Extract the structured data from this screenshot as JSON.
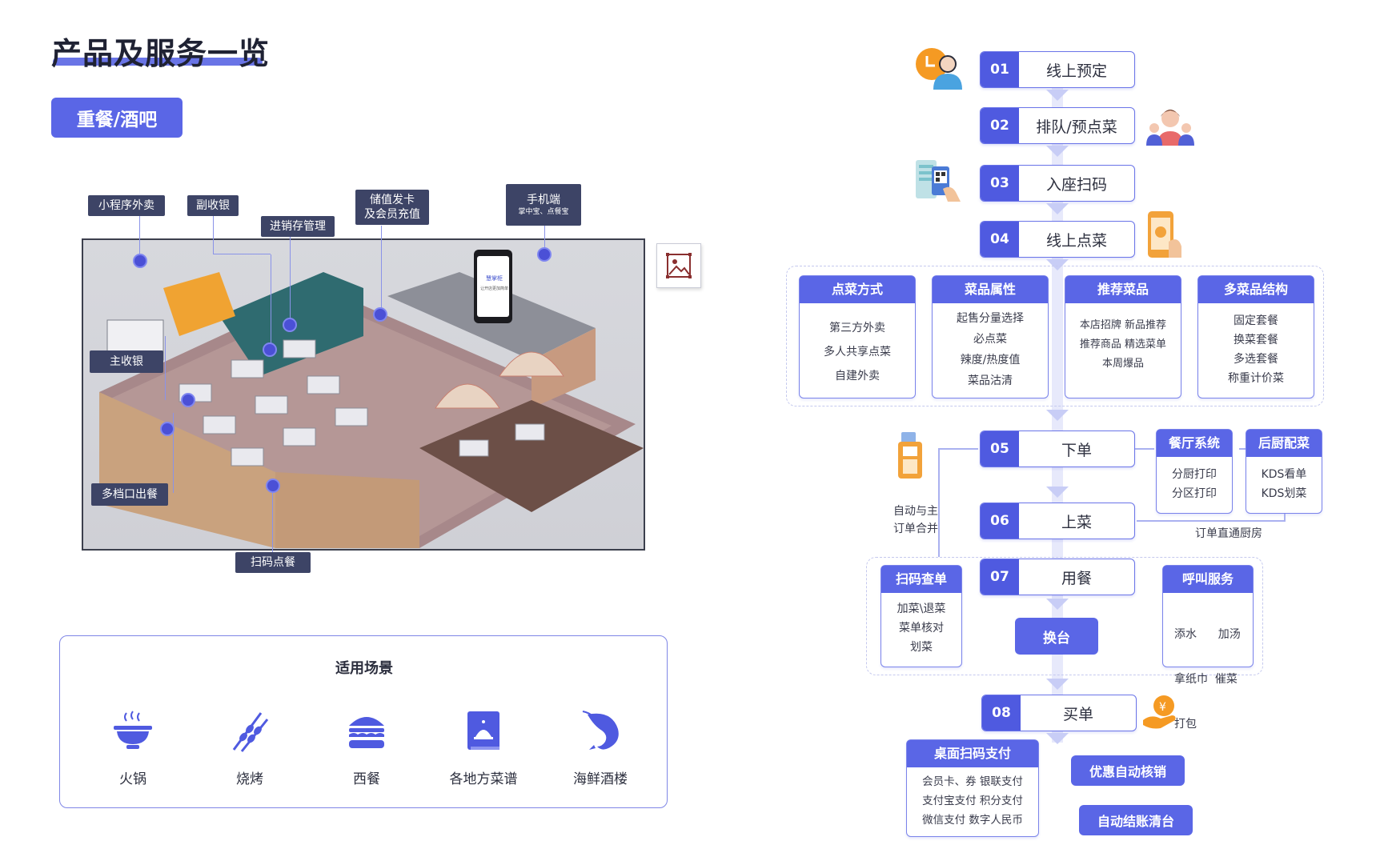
{
  "page": {
    "title": "产品及服务一览",
    "category_badge": "重餐/酒吧"
  },
  "scene": {
    "callouts": {
      "mini_program": "小程序外卖",
      "sub_cashier": "副收银",
      "inventory": "进销存管理",
      "stored_value_line1": "储值发卡",
      "stored_value_line2": "及会员充值",
      "mobile": "手机端",
      "mobile_sub": "掌中宝、点餐宝",
      "main_cashier": "主收银",
      "multi_stall": "多档口出餐",
      "scan_order": "扫码点餐"
    },
    "device_screen": {
      "brand": "慧掌柜",
      "tagline": "让开店更加简单"
    }
  },
  "scenarios": {
    "title": "适用场景",
    "items": [
      {
        "label": "火锅",
        "icon": "hotpot-icon"
      },
      {
        "label": "烧烤",
        "icon": "skewers-icon"
      },
      {
        "label": "西餐",
        "icon": "burger-icon"
      },
      {
        "label": "各地方菜谱",
        "icon": "recipe-book-icon"
      },
      {
        "label": "海鲜酒楼",
        "icon": "shrimp-icon"
      }
    ]
  },
  "flow": {
    "steps": [
      {
        "num": "01",
        "label": "线上预定"
      },
      {
        "num": "02",
        "label": "排队/预点菜"
      },
      {
        "num": "03",
        "label": "入座扫码"
      },
      {
        "num": "04",
        "label": "线上点菜"
      },
      {
        "num": "05",
        "label": "下单"
      },
      {
        "num": "06",
        "label": "上菜"
      },
      {
        "num": "07",
        "label": "用餐"
      },
      {
        "num": "08",
        "label": "买单"
      }
    ],
    "ordering_features": [
      {
        "title": "点菜方式",
        "items": [
          "第三方外卖",
          "多人共享点菜",
          "自建外卖"
        ]
      },
      {
        "title": "菜品属性",
        "items": [
          "起售分量选择",
          "必点菜",
          "辣度/热度值",
          "菜品沽清"
        ]
      },
      {
        "title": "推荐菜品",
        "items": [
          "本店招牌  新品推荐",
          "推荐商品  精选菜单",
          "本周爆品"
        ]
      },
      {
        "title": "多菜品结构",
        "items": [
          "固定套餐",
          "换菜套餐",
          "多选套餐",
          "称重计价菜"
        ]
      }
    ],
    "restaurant_system": {
      "title": "餐厅系统",
      "items": [
        "分厨打印",
        "分区打印"
      ]
    },
    "kitchen_system": {
      "title": "后厨配菜",
      "items": [
        "KDS看单",
        "KDS划菜"
      ]
    },
    "merge_note_line1": "自动与主",
    "merge_note_line2": "订单合并",
    "kitchen_note": "订单直通厨房",
    "scan_check": {
      "title": "扫码查单",
      "items": [
        "加菜\\退菜",
        "菜单核对",
        "划菜"
      ]
    },
    "call_service": {
      "title": "呼叫服务",
      "items": [
        "添水      加汤",
        "拿纸巾  催菜",
        "打包"
      ]
    },
    "change_table": "换台",
    "payment": {
      "title": "桌面扫码支付",
      "items": [
        "会员卡、券  银联支付",
        "支付宝支付  积分支付",
        "微信支付  数字人民币"
      ]
    },
    "auto_discount": "优惠自动核销",
    "auto_checkout": "自动结账清台"
  },
  "colors": {
    "accent": "#5a66e6",
    "accent_dark": "#4f5ae0",
    "callout_bg": "#3d4466",
    "arrow": "#c8cdf6"
  }
}
